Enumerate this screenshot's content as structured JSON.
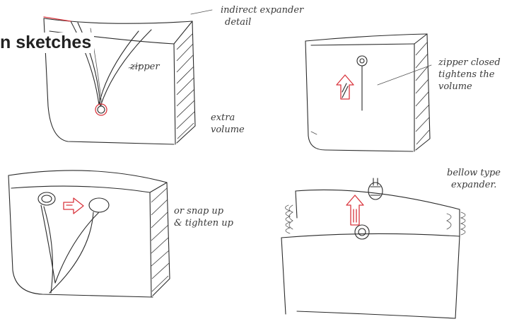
{
  "heading": "n sketches",
  "annotations": {
    "indirect_expander": [
      "indirect expander",
      "detail"
    ],
    "zipper": "zipper",
    "extra_volume": [
      "extra",
      "volume"
    ],
    "zipper_closed": [
      "zipper closed",
      "tightens the",
      "volume"
    ],
    "snap": [
      "or snap up",
      "& tighten up"
    ],
    "bellow": [
      "bellow type",
      "expander."
    ]
  },
  "colors": {
    "ink": "#2b2b2b",
    "accent": "#d9363e"
  }
}
